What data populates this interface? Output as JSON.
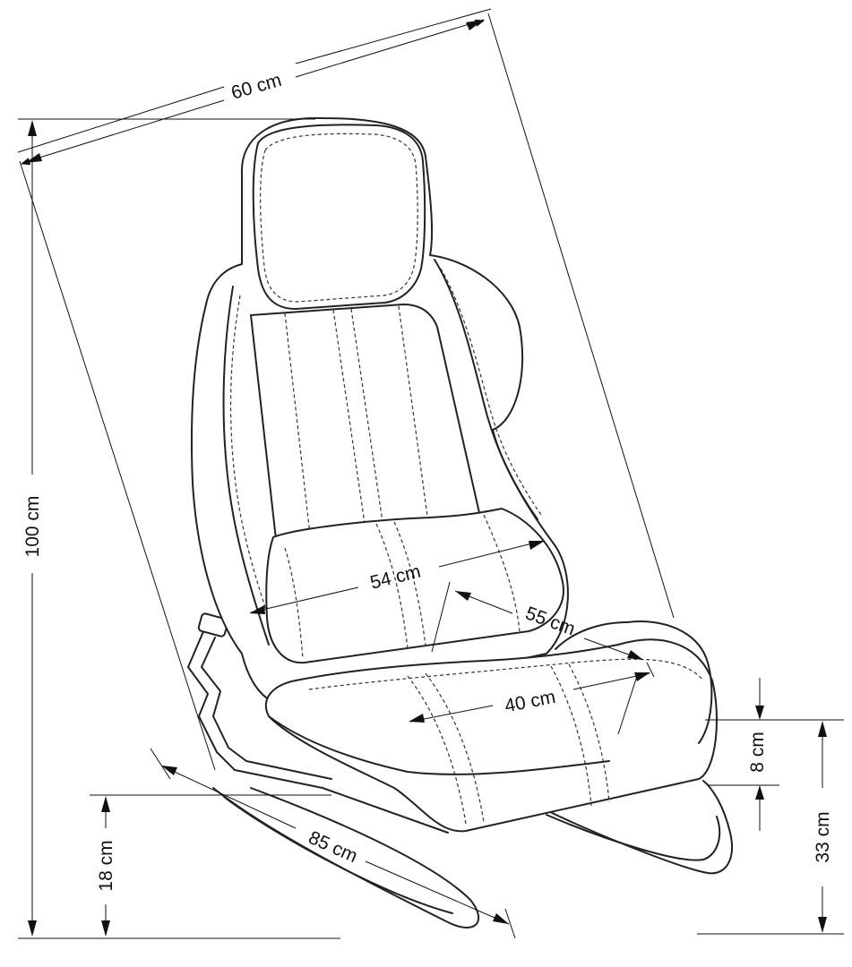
{
  "dimensions": {
    "width_top": "60 cm",
    "height_total": "100 cm",
    "seat_width": "54 cm",
    "seat_depth": "55 cm",
    "seat_inner": "40 cm",
    "cushion_thickness": "8 cm",
    "seat_height": "33 cm",
    "base_height": "18 cm",
    "length": "85 cm"
  }
}
